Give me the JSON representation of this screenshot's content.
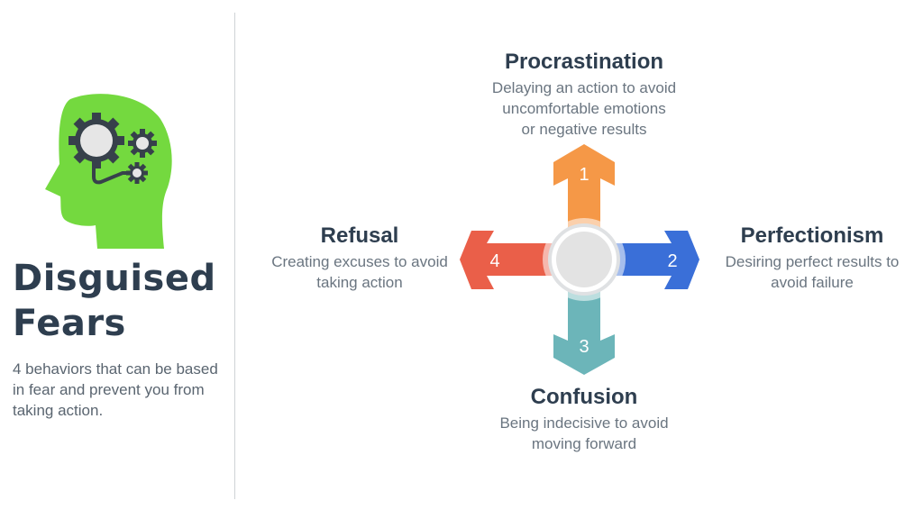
{
  "title_line1": "Disguised",
  "title_line2": "Fears",
  "subtitle": "4 behaviors that can be based in fear and prevent you from taking action.",
  "icon": "head-with-gears-icon",
  "colors": {
    "procrastination": "#f59847",
    "perfectionism": "#3a6fd8",
    "confusion": "#6cb5b9",
    "refusal": "#ea5f49",
    "head": "#74d93f"
  },
  "behaviors": [
    {
      "number": "1",
      "title": "Procrastination",
      "desc": [
        "Delaying an action to avoid",
        "uncomfortable emotions",
        "or negative results"
      ]
    },
    {
      "number": "2",
      "title": "Perfectionism",
      "desc": [
        "Desiring perfect results to",
        "avoid failure"
      ]
    },
    {
      "number": "3",
      "title": "Confusion",
      "desc": [
        "Being indecisive to avoid",
        "moving forward"
      ]
    },
    {
      "number": "4",
      "title": "Refusal",
      "desc": [
        "Creating excuses to avoid",
        "taking action"
      ]
    }
  ]
}
